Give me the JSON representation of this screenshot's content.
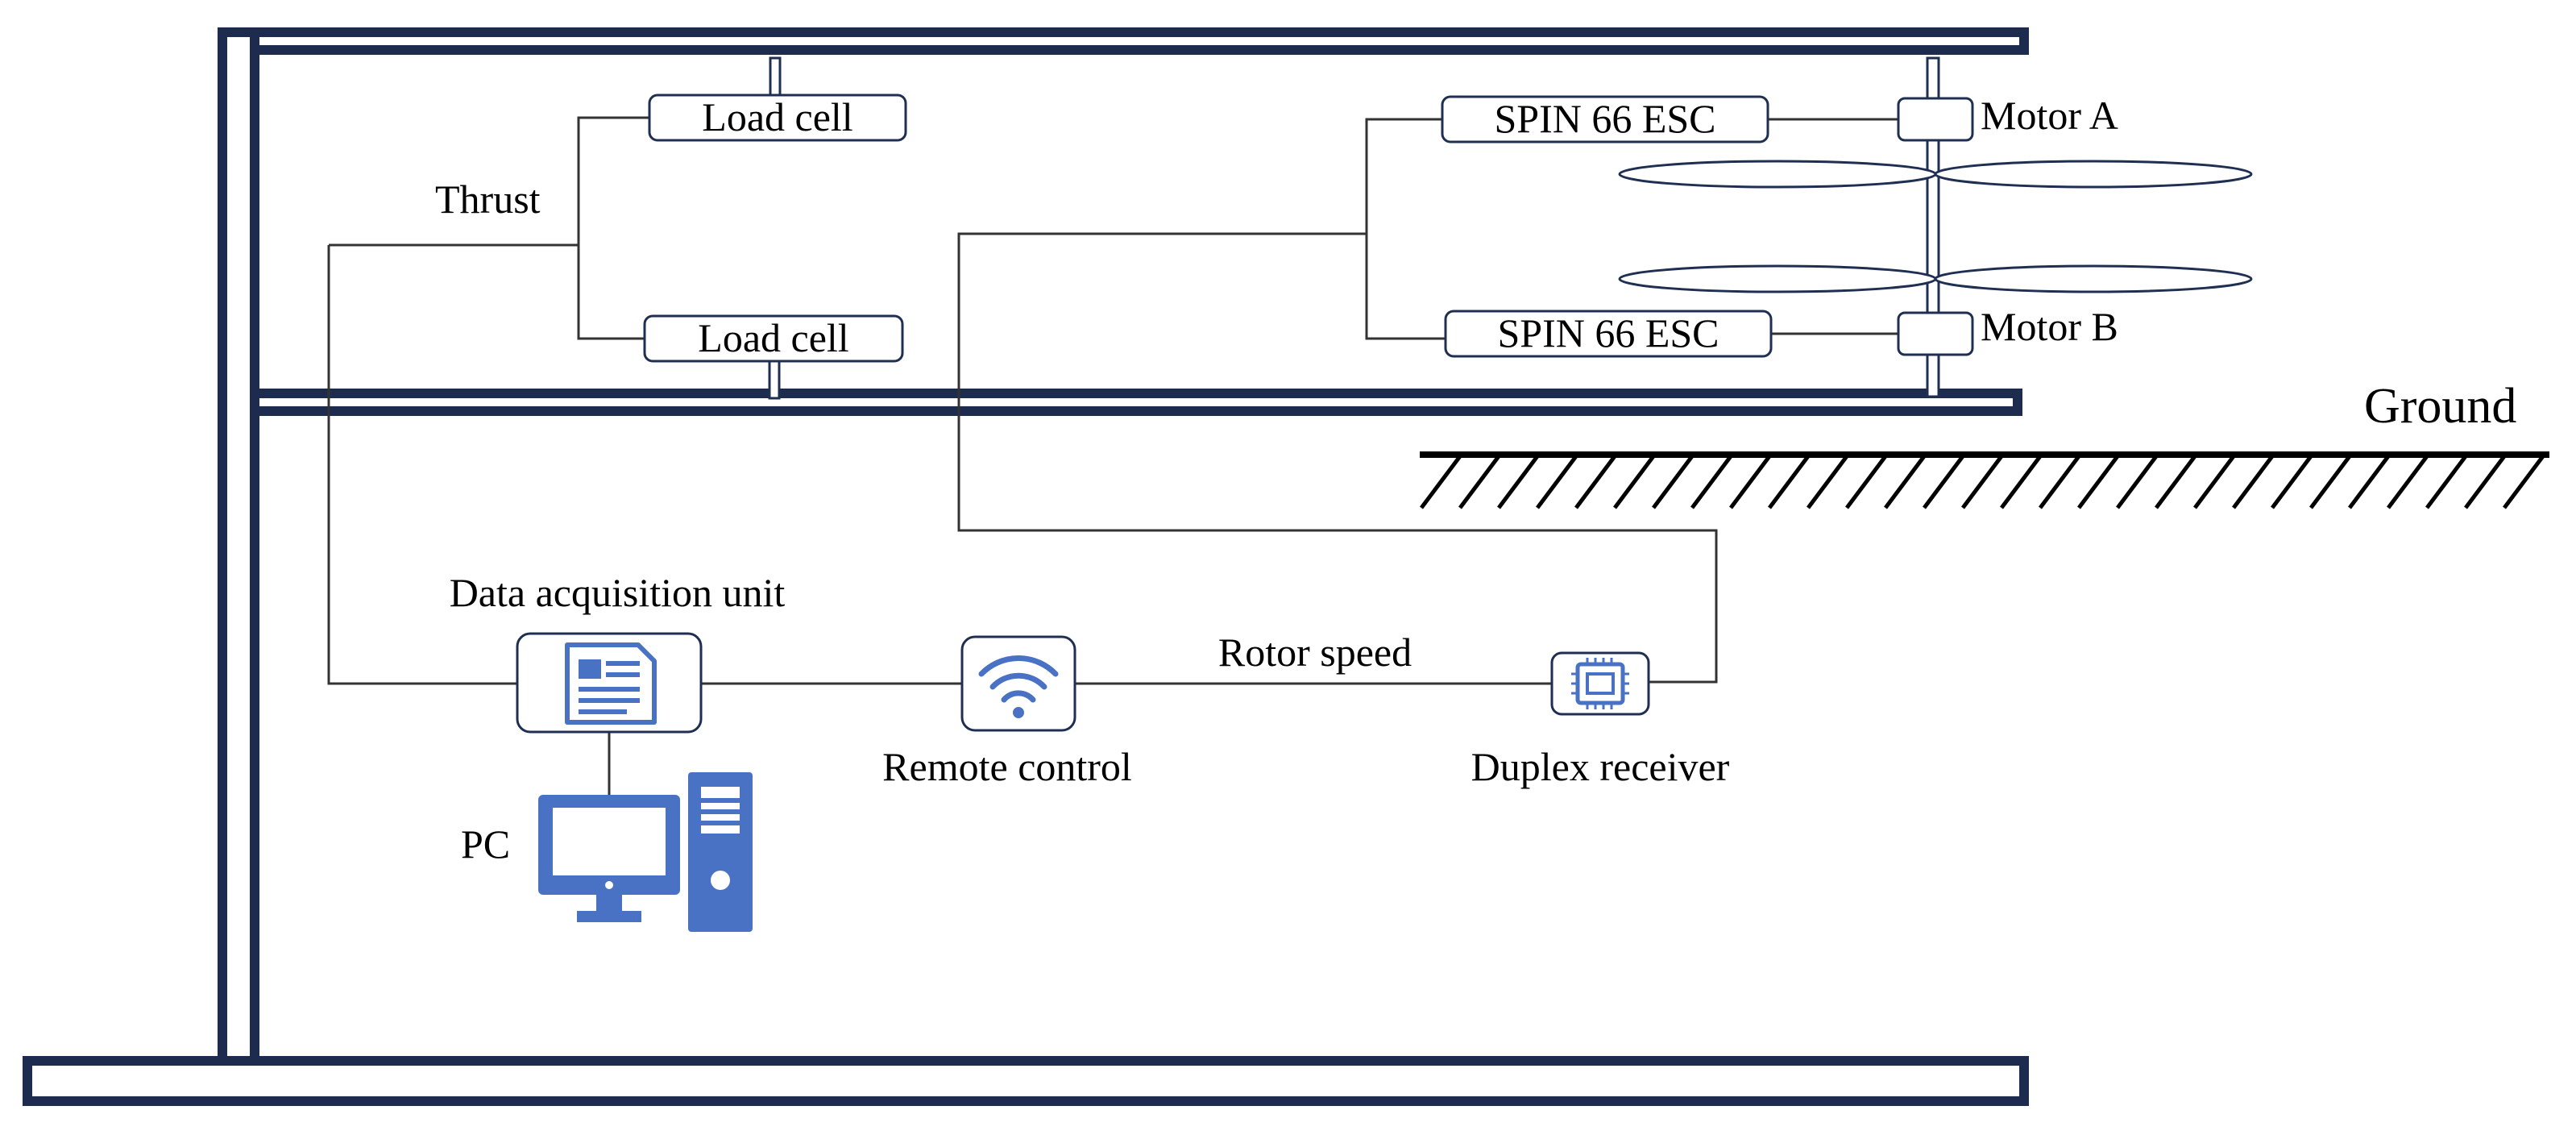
{
  "labels": {
    "thrust": "Thrust",
    "load_cell_top": "Load cell",
    "load_cell_bottom": "Load cell",
    "esc_top": "SPIN 66 ESC",
    "esc_bottom": "SPIN 66 ESC",
    "motor_a": "Motor A",
    "motor_b": "Motor B",
    "ground": "Ground",
    "data_acquisition_unit": "Data acquisition unit",
    "pc": "PC",
    "remote_control": "Remote control",
    "rotor_speed": "Rotor speed",
    "duplex_receiver": "Duplex receiver"
  },
  "icons": {
    "data_acquisition": "document-icon",
    "remote_control": "wifi-icon",
    "receiver": "chip-icon",
    "pc": "desktop-computer-icon"
  },
  "colors": {
    "frame": "#1c2b4e",
    "icon": "#4a72c4"
  }
}
